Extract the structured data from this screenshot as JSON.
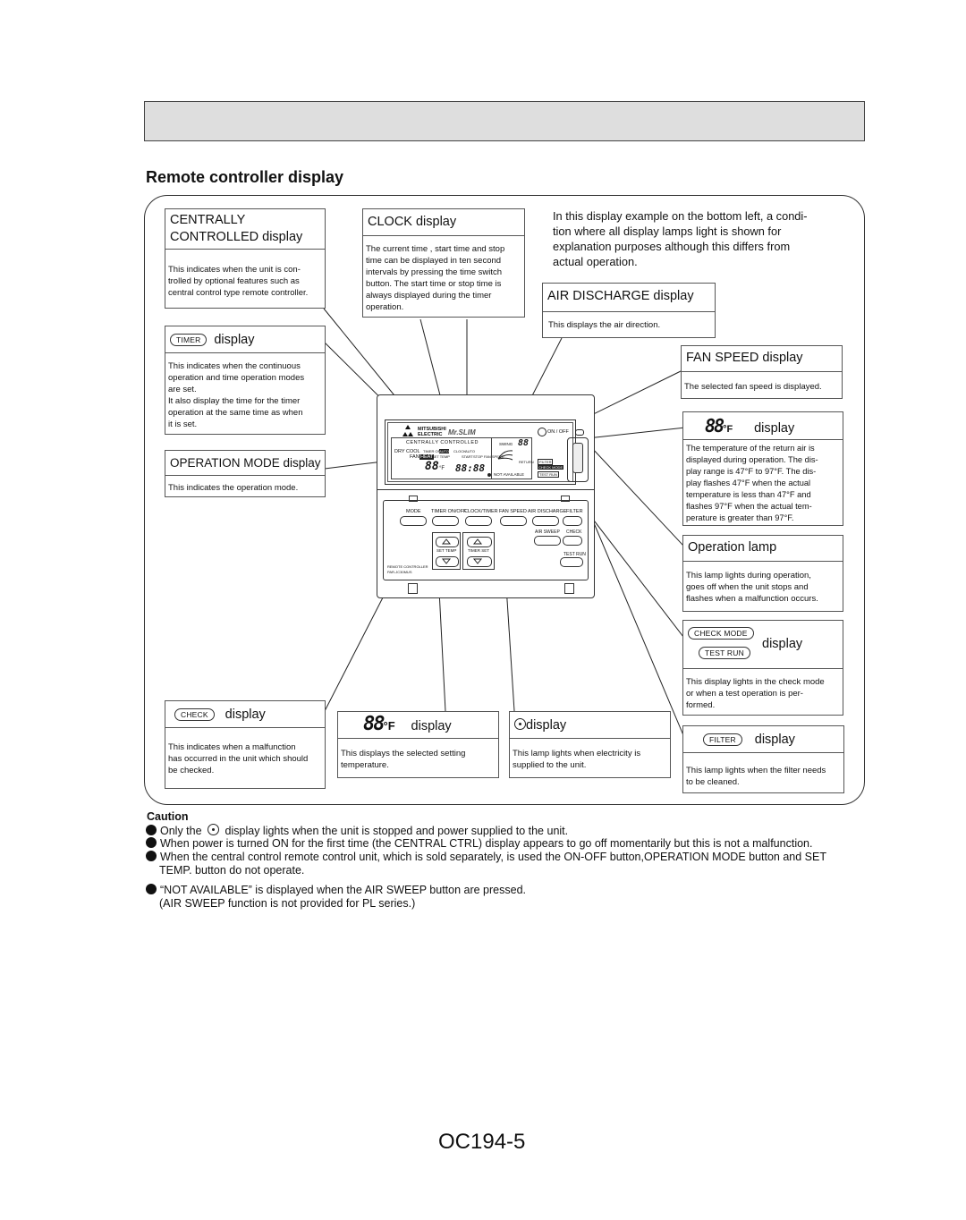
{
  "section_title": "Remote controller display",
  "centrally": {
    "title_line1": "CENTRALLY",
    "title_line2": "CONTROLLED display",
    "desc_line1": "This indicates when the unit is con-",
    "desc_line2": "trolled by optional features such as",
    "desc_line3": "central control type remote controller."
  },
  "clock": {
    "title": "CLOCK display",
    "desc_line1": "The current time , start time and stop",
    "desc_line2": "time can be displayed in ten second",
    "desc_line3": "intervals by pressing the time switch",
    "desc_line4": "button. The start time or stop time is",
    "desc_line5": "always displayed during the timer",
    "desc_line6": "operation."
  },
  "intro": {
    "line1": "In this display example on the bottom left, a condi-",
    "line2": "tion where all display lamps light is shown for",
    "line3": "explanation purposes although this differs from",
    "line4": "actual operation."
  },
  "air_discharge": {
    "title": "AIR DISCHARGE display",
    "desc": "This displays the air direction."
  },
  "timer": {
    "pill": "TIMER",
    "title": "display",
    "desc_line1": "This indicates when the continuous",
    "desc_line2": "operation and time operation modes",
    "desc_line3": "are set.",
    "desc_line4": "It also display the time for the timer",
    "desc_line5": "operation at the same time as when",
    "desc_line6": "it is set."
  },
  "fan_speed": {
    "title": "FAN SPEED display",
    "desc": "The selected fan speed is displayed."
  },
  "return_temp": {
    "seg": "88",
    "unit": "°F",
    "title": "display",
    "desc_line1": "The temperature of the return air is",
    "desc_line2": "displayed during operation. The dis-",
    "desc_line3": "play range is 47°F to 97°F. The dis-",
    "desc_line4": "play flashes 47°F when the actual",
    "desc_line5": "temperature is less than 47°F and",
    "desc_line6": "flashes 97°F when the actual tem-",
    "desc_line7": "perature is greater than 97°F."
  },
  "operation_mode": {
    "title": "OPERATION MODE display",
    "desc": "This indicates the operation mode."
  },
  "operation_lamp": {
    "title": "Operation lamp",
    "desc_line1": "This lamp lights during operation,",
    "desc_line2": "goes off when the unit stops and",
    "desc_line3": "flashes when a malfunction occurs."
  },
  "check_mode": {
    "pill1": "CHECK MODE",
    "pill2": "TEST RUN",
    "title": "display",
    "desc_line1": "This display lights in the check mode",
    "desc_line2": "or when a test operation is per-",
    "desc_line3": "formed."
  },
  "check": {
    "pill": "CHECK",
    "title": "display",
    "desc_line1": "This indicates when a malfunction",
    "desc_line2": "has occurred in the unit which should",
    "desc_line3": "be checked."
  },
  "set_temp": {
    "seg": "88",
    "unit": "°F",
    "title": "display",
    "desc_line1": "This displays the selected setting",
    "desc_line2": "temperature."
  },
  "power": {
    "title": "display",
    "desc_line1": "This lamp lights when electricity is",
    "desc_line2": "supplied to the unit."
  },
  "filter": {
    "pill": "FILTER",
    "title": "display",
    "desc_line1": "This lamp lights when the filter needs",
    "desc_line2": "to be cleaned."
  },
  "controller": {
    "brand_line1": "MITSUBISHI",
    "brand_line2": "ELECTRIC",
    "model_logo": "Mr.SLIM",
    "on_off": "ON / OFF",
    "centrally": "CENTRALLY CONTROLLED",
    "dry": "DRY",
    "cool": "COOL",
    "fan": "FAN",
    "heat": "HEAT",
    "timer_off": "TIMER OFF",
    "auto": "AUTO",
    "clock": "CLOCK",
    "auto2": "AUTO",
    "set_temp_lbl": "SET TEMP",
    "start": "START",
    "stop": "STOP",
    "fan_speed_lbl": "FAN SPEED",
    "swing": "SWING",
    "return": "RETURN",
    "filter": "FILTER",
    "check_mode": "CHECK MODE",
    "test_run": "TEST RUN",
    "not_available": "NOT AVAILABLE",
    "lcd_temp": "88",
    "lcd_temp_unit": "°F",
    "lcd_clock": "88:88",
    "btn_mode": "MODE",
    "btn_timer": "TIMER ON/OFF",
    "btn_clock": "CLOCK/TIMER",
    "btn_fan": "FAN SPEED",
    "btn_air": "AIR DISCHARGE",
    "btn_filter": "FILTER",
    "air_sweep": "AIR SWEEP",
    "check": "CHECK",
    "set_temp": "SET TEMP",
    "timer_set": "TIMER SET",
    "test_run_btn": "TEST RUN",
    "remote_label": "REMOTE CONTROLLER",
    "model_no": "PAR-JC30MUS"
  },
  "caution": {
    "title": "Caution",
    "b1_pre": "Only the",
    "b1_post": "display lights when the unit is stopped and power supplied to the unit.",
    "b2": "When power is turned ON for the first time (the CENTRAL CTRL) display appears to go off momentarily but this is not a malfunction.",
    "b3_line1": "When the central control remote control unit, which is sold separately, is used the ON-OFF button,OPERATION MODE button and  SET",
    "b3_line2": "TEMP. button do not operate.",
    "b4_line1": "“NOT AVAILABLE” is displayed when the AIR SWEEP button are pressed.",
    "b4_line2": "(AIR SWEEP function is not provided for PL series.)"
  },
  "page_number": "OC194-5"
}
